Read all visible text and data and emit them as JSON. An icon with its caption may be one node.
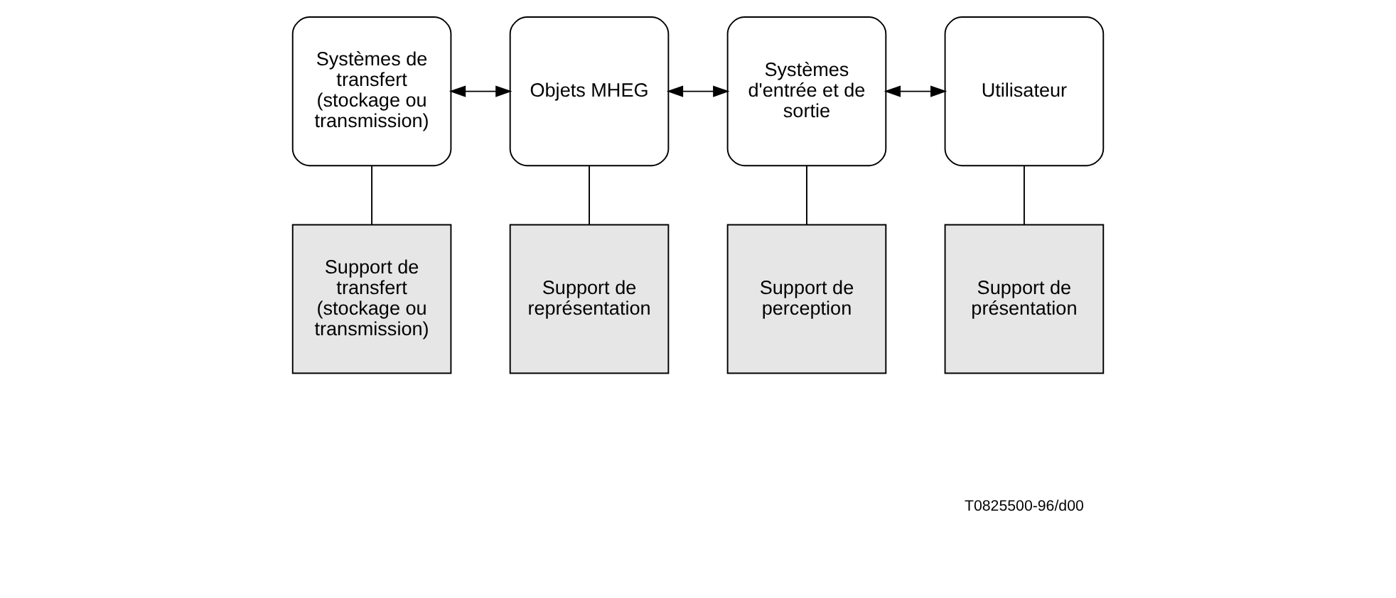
{
  "diagram": {
    "nodes": [
      {
        "text": [
          "Systèmes de transfert (stockage ou transmission)"
        ]
      },
      {
        "text": [
          "Objets MHEG"
        ]
      },
      {
        "text": [
          "Systèmes d'entrée et de sortie"
        ]
      },
      {
        "text": [
          "Utilisateur"
        ]
      },
      {
        "text": [
          "Support de transfert (stockage ou transmission)"
        ]
      },
      {
        "text": [
          "Support de représentation"
        ]
      },
      {
        "text": [
          "Support de perception"
        ]
      },
      {
        "text": [
          "Support de présentation"
        ]
      }
    ],
    "edges": [
      {
        "from": 0,
        "to": 1,
        "arrow": "both"
      },
      {
        "from": 1,
        "to": 2,
        "arrow": "both"
      },
      {
        "from": 2,
        "to": 3,
        "arrow": "both"
      },
      {
        "from": 0,
        "to": 4,
        "arrow": "none"
      },
      {
        "from": 1,
        "to": 5,
        "arrow": "none"
      },
      {
        "from": 2,
        "to": 6,
        "arrow": "none"
      },
      {
        "from": 3,
        "to": 7,
        "arrow": "none"
      }
    ],
    "labels": [
      "T0825500-96/d00"
    ]
  }
}
